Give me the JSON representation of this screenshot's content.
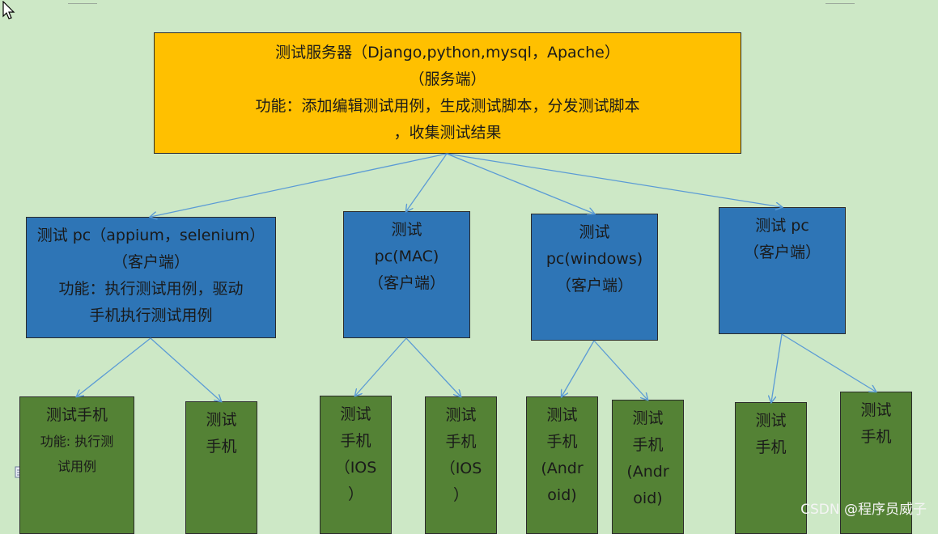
{
  "server": {
    "lines": [
      "测试服务器（Django,python,mysql，Apache）",
      "（服务端）",
      "功能：添加编辑测试用例，生成测试脚本，分发测试脚本",
      "，收集测试结果"
    ]
  },
  "pcs": [
    {
      "lines": [
        "测试 pc（appium，selenium）",
        "（客户端）",
        "功能：执行测试用例，驱动",
        "手机执行测试用例"
      ]
    },
    {
      "lines": [
        "测试",
        "pc(MAC)",
        "（客户端）"
      ]
    },
    {
      "lines": [
        "测试",
        "pc(windows)",
        "（客户端）"
      ]
    },
    {
      "lines": [
        "测试 pc",
        "（客户端）"
      ]
    }
  ],
  "phones": [
    {
      "lines": [
        "测试手机",
        "功能: 执行测",
        "试用例"
      ]
    },
    {
      "lines": [
        "测试",
        "手机"
      ]
    },
    {
      "lines": [
        "测试",
        "手机",
        "（IOS",
        "）"
      ]
    },
    {
      "lines": [
        "测试",
        "手机",
        "（IOS",
        "）"
      ]
    },
    {
      "lines": [
        "测试",
        "手机",
        "(Andr",
        "oid)"
      ]
    },
    {
      "lines": [
        "测试",
        "手机",
        "(Andr",
        "oid)"
      ]
    },
    {
      "lines": [
        "测试",
        "手机"
      ]
    },
    {
      "lines": [
        "测试",
        "手机"
      ]
    }
  ],
  "watermark": "CSDN @程序员威子",
  "colors": {
    "background": "#cde8c6",
    "server": "#ffc000",
    "pc": "#2e75b6",
    "phone": "#548235",
    "arrow": "#5b9bd5"
  },
  "icons": [
    "cursor-icon",
    "paragraph-icon"
  ]
}
